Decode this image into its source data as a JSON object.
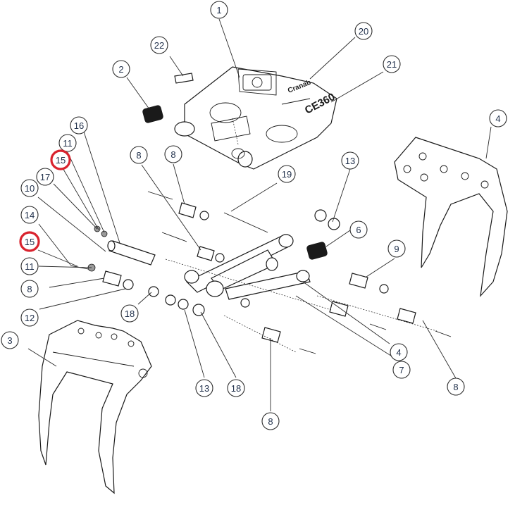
{
  "diagram": {
    "stamps": {
      "brand": "Cranab",
      "model": "CE360"
    },
    "callouts": [
      {
        "label": "1"
      },
      {
        "label": "2"
      },
      {
        "label": "3"
      },
      {
        "label": "4"
      },
      {
        "label": "4"
      },
      {
        "label": "6"
      },
      {
        "label": "7"
      },
      {
        "label": "8"
      },
      {
        "label": "8"
      },
      {
        "label": "8"
      },
      {
        "label": "8"
      },
      {
        "label": "8"
      },
      {
        "label": "9"
      },
      {
        "label": "10"
      },
      {
        "label": "11"
      },
      {
        "label": "11"
      },
      {
        "label": "12"
      },
      {
        "label": "13"
      },
      {
        "label": "13"
      },
      {
        "label": "14"
      },
      {
        "label": "15",
        "highlight": true
      },
      {
        "label": "15",
        "highlight": true
      },
      {
        "label": "16"
      },
      {
        "label": "17"
      },
      {
        "label": "18"
      },
      {
        "label": "18"
      },
      {
        "label": "19"
      },
      {
        "label": "20"
      },
      {
        "label": "21"
      },
      {
        "label": "22"
      }
    ],
    "highlight_color": "#d9232e",
    "line_color": "#1a1a1a"
  }
}
